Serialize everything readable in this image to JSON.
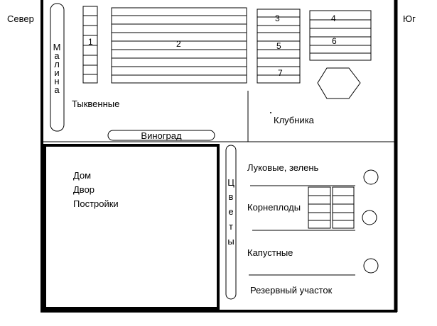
{
  "labels": {
    "north": "Север",
    "south": "Юг",
    "raspberry": "Малина",
    "pumpkins": "Тыквенные",
    "grapes": "Виноград",
    "strawberry": "Клубника",
    "house": "Дом",
    "yard": "Двор",
    "buildings": "Постройки",
    "flowers": "Цветы",
    "onions": "Луковые, зелень",
    "roots": "Корнеплоды",
    "cabbage": "Капустные",
    "reserve": "Резервный участок"
  },
  "beds": {
    "b1": "1",
    "b2": "2",
    "b3": "3",
    "b4": "4",
    "b5": "5",
    "b6": "6",
    "b7": "7"
  }
}
